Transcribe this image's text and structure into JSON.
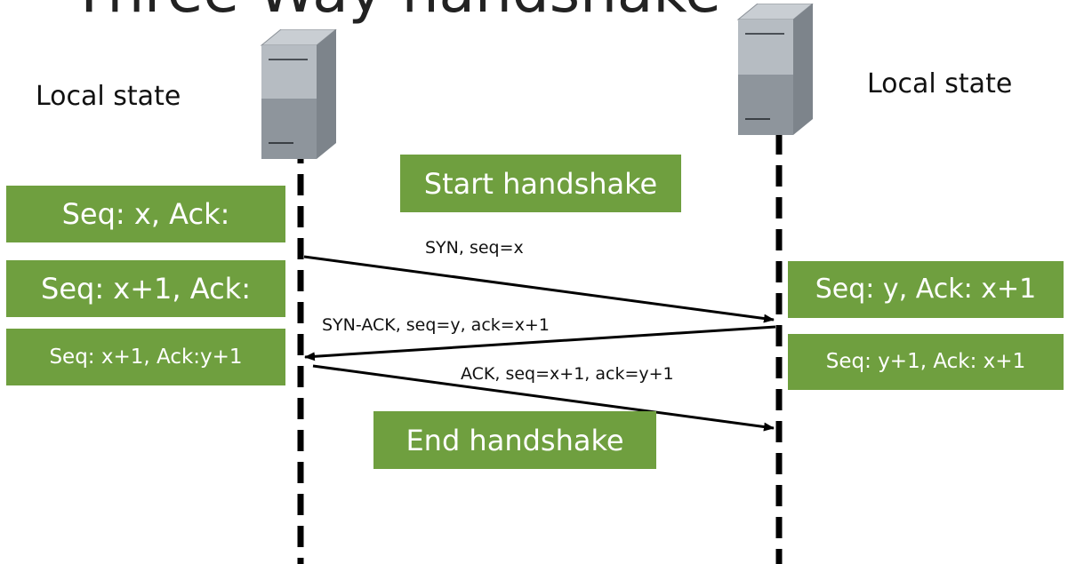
{
  "title": "Three-Way handshake",
  "left": {
    "local_state_label": "Local state"
  },
  "right": {
    "local_state_label": "Local state"
  },
  "phases": {
    "start": "Start handshake",
    "end": "End handshake"
  },
  "left_states": [
    "Seq: x, Ack:",
    "Seq: x+1, Ack:",
    "Seq: x+1, Ack:y+1"
  ],
  "right_states": [
    "Seq: y, Ack: x+1",
    "Seq: y+1, Ack: x+1"
  ],
  "messages": [
    "SYN, seq=x",
    "SYN-ACK, seq=y, ack=x+1",
    "ACK, seq=x+1, ack=y+1"
  ],
  "colors": {
    "state_box": "#6f9f3f",
    "lifeline": "#000000",
    "arrow": "#000000"
  },
  "icons": {
    "host": "server-icon"
  }
}
